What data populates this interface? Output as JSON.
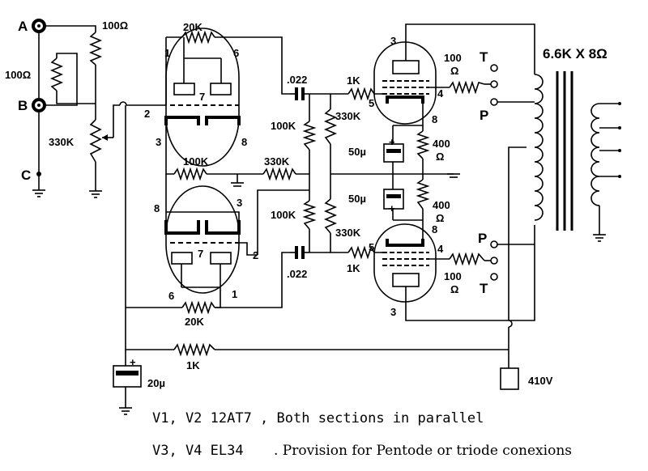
{
  "terminals": {
    "a": "A",
    "b": "B",
    "c": "C"
  },
  "resistors": {
    "r_in_a": "100Ω",
    "r_in_b": "100Ω",
    "pot": "330K",
    "fb_top": "20K",
    "fb_bot": "20K",
    "cath_100k": "100K",
    "cath_330k": "330K",
    "grid_top_100k": "100K",
    "grid_top_330k": "330K",
    "grid_bot_100k": "100K",
    "grid_bot_330k": "330K",
    "stop_top": "1K",
    "stop_bot": "1K",
    "g2_top_val": "100",
    "g2_top_unit": "Ω",
    "g2_bot_val": "100",
    "g2_bot_unit": "Ω",
    "cath_top_val": "400",
    "cath_top_unit": "Ω",
    "cath_bot_val": "400",
    "cath_bot_unit": "Ω",
    "supply": "1K"
  },
  "capacitors": {
    "coup_top": ".022",
    "coup_bot": ".022",
    "bypass_top": "50µ",
    "bypass_bot": "50µ",
    "filter": "20µ",
    "plus": "+"
  },
  "pins": {
    "v1_p1": "1",
    "v1_p6": "6",
    "v1_p2": "2",
    "v1_p7": "7",
    "v1_p3": "3",
    "v1_p8": "8",
    "v2_p8": "8",
    "v2_p3": "3",
    "v2_p7": "7",
    "v2_p2": "2",
    "v2_p6": "6",
    "v2_p1": "1",
    "v3_p3": "3",
    "v3_p5": "5",
    "v3_p4": "4",
    "v3_p8": "8",
    "v4_p8": "8",
    "v4_p5": "5",
    "v4_p4": "4",
    "v4_p3": "3"
  },
  "switch": {
    "t_top": "T",
    "p_top": "P",
    "p_bot": "P",
    "t_bot": "T"
  },
  "transformer": "6.6K X 8Ω",
  "supply_label": "410V",
  "notes": {
    "line1": "V1, V2 12AT7 , Both sections in parallel",
    "line2_a": "V3, V4 EL34",
    "line2_b": ". Provision for Pentode or triode conexions"
  }
}
